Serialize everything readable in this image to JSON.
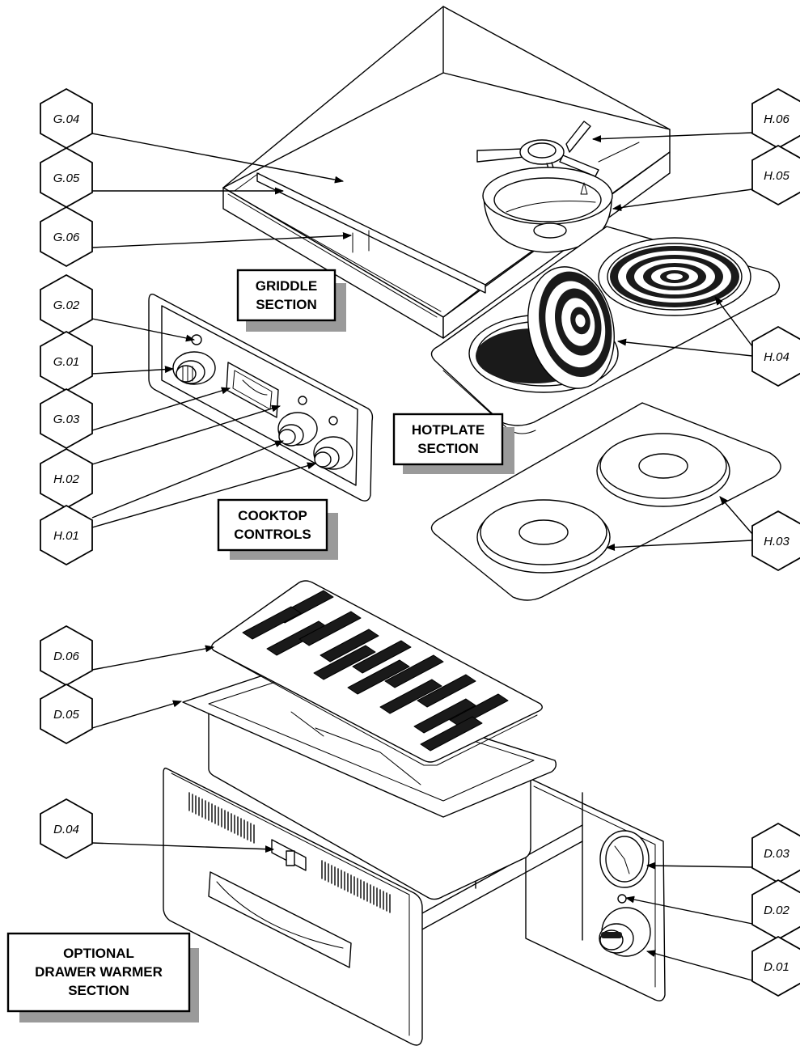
{
  "callouts": {
    "g04": "G.04",
    "g05": "G.05",
    "g06": "G.06",
    "g02": "G.02",
    "g01": "G.01",
    "g03": "G.03",
    "h02": "H.02",
    "h01": "H.01",
    "h06": "H.06",
    "h05": "H.05",
    "h04": "H.04",
    "h03": "H.03",
    "d06": "D.06",
    "d05": "D.05",
    "d04": "D.04",
    "d03": "D.03",
    "d02": "D.02",
    "d01": "D.01"
  },
  "sections": {
    "griddle": [
      "GRIDDLE",
      "SECTION"
    ],
    "hotplate": [
      "HOTPLATE",
      "SECTION"
    ],
    "cooktop": [
      "COOKTOP",
      "CONTROLS"
    ],
    "drawer": [
      "OPTIONAL",
      "DRAWER WARMER",
      "SECTION"
    ]
  }
}
